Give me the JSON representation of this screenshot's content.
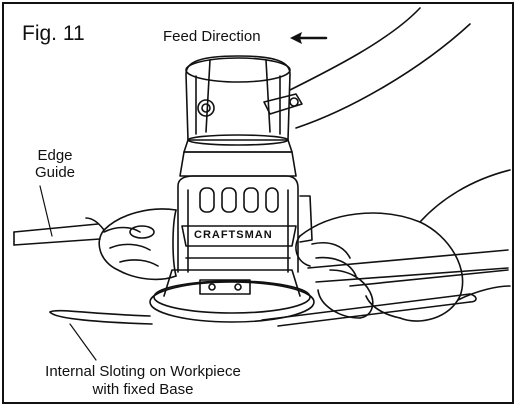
{
  "figure": {
    "title": "Fig. 11",
    "feed_direction_label": "Feed Direction",
    "edge_guide_label": [
      "Edge",
      "Guide"
    ],
    "slot_label": [
      "Internal Sloting on Workpiece",
      "with fixed Base"
    ],
    "brand_text": "CRAFTSMAN",
    "arrow_icon": "left-arrow-icon"
  },
  "colors": {
    "line": "#111111",
    "background": "#ffffff"
  }
}
